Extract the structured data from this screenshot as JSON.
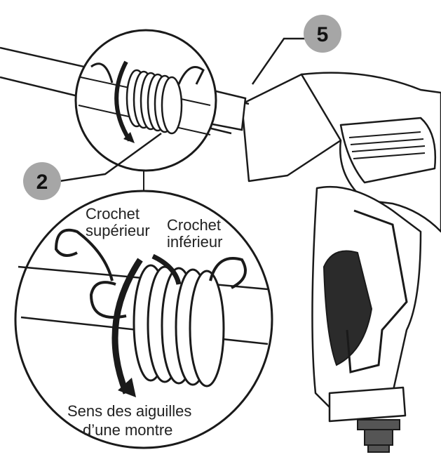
{
  "callouts": [
    {
      "number": "5"
    },
    {
      "number": "2"
    }
  ],
  "labels": {
    "upper_hook": [
      "Crochet",
      "supérieur"
    ],
    "lower_hook": [
      "Crochet",
      "inférieur"
    ],
    "direction": [
      "Sens des aiguilles",
      "d’une montre"
    ]
  },
  "colors": {
    "line": "#1a1a1a",
    "callout_fill": "#a6a6a6",
    "grip_texture": "#2b2b2b",
    "background": "#ffffff"
  }
}
